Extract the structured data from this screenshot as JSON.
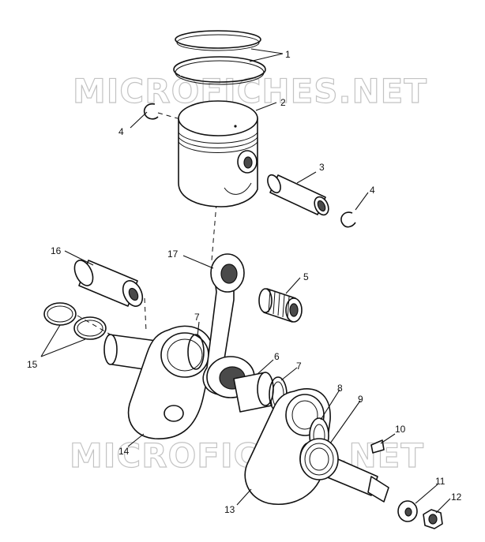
{
  "watermark": "MICROFICHES.NET",
  "callouts": {
    "c1": "1",
    "c2": "2",
    "c3": "3",
    "c4a": "4",
    "c4b": "4",
    "c5": "5",
    "c6": "6",
    "c7a": "7",
    "c7b": "7",
    "c8": "8",
    "c9": "9",
    "c10": "10",
    "c11": "11",
    "c12": "12",
    "c13": "13",
    "c14": "14",
    "c15": "15",
    "c16": "16",
    "c17": "17"
  }
}
